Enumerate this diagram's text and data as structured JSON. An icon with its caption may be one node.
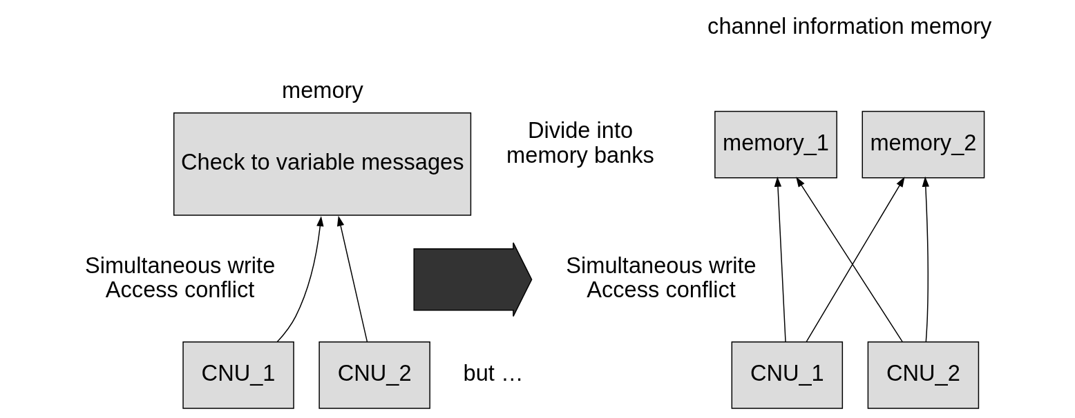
{
  "diagram": {
    "nodes": [
      {
        "text": [
          "memory",
          "Check to variable messages"
        ]
      },
      {
        "text": [
          "CNU_1"
        ]
      },
      {
        "text": [
          "CNU_2"
        ]
      },
      {
        "text": [
          "memory_1"
        ]
      },
      {
        "text": [
          "memory_2"
        ]
      },
      {
        "text": [
          "CNU_1"
        ]
      },
      {
        "text": [
          "CNU_2"
        ]
      },
      {
        "text": [],
        "shape": "arrow"
      }
    ],
    "edges": [
      {
        "from": 1,
        "to": 0,
        "arrow": "to"
      },
      {
        "from": 2,
        "to": 0,
        "arrow": "to"
      },
      {
        "from": 5,
        "to": 3,
        "arrow": "to"
      },
      {
        "from": 6,
        "to": 3,
        "arrow": "to"
      },
      {
        "from": 5,
        "to": 4,
        "arrow": "to"
      },
      {
        "from": 6,
        "to": 4,
        "arrow": "to"
      }
    ],
    "labels": [
      "Simultaneous write Access conflict",
      "Divide into memory banks",
      "channel information memory",
      "Simultaneous write Access conflict",
      "but …"
    ]
  }
}
